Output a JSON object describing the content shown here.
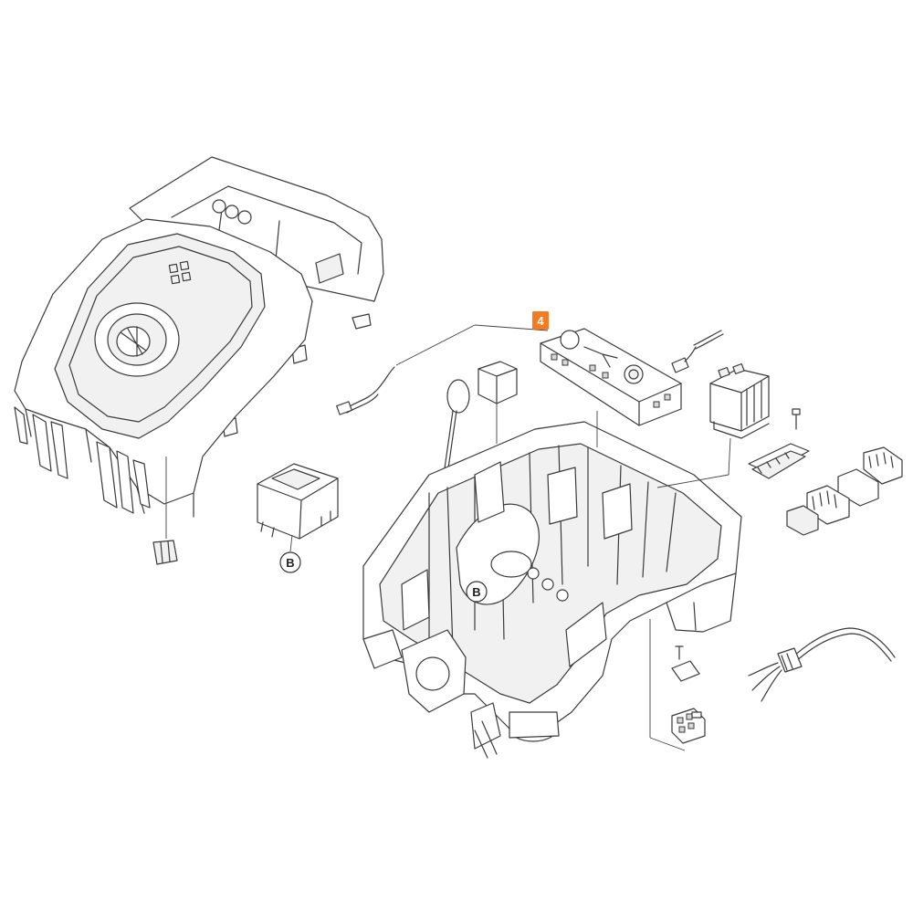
{
  "callout": {
    "label": "4",
    "color": "#f47b20"
  },
  "ref_markers": [
    {
      "id": "transformer-ref",
      "label": "B"
    },
    {
      "id": "chassis-ref",
      "label": "B"
    }
  ],
  "parts": [
    {
      "name": "top-cover",
      "icon": "cover-housing"
    },
    {
      "name": "transformer",
      "icon": "transformer-block"
    },
    {
      "name": "base-chassis",
      "icon": "chassis-frame"
    },
    {
      "name": "control-pcb",
      "icon": "circuit-board"
    },
    {
      "name": "contactor",
      "icon": "relay-block"
    },
    {
      "name": "power-cable",
      "icon": "cable-plug"
    },
    {
      "name": "terminal-block",
      "icon": "terminal-connector"
    }
  ]
}
